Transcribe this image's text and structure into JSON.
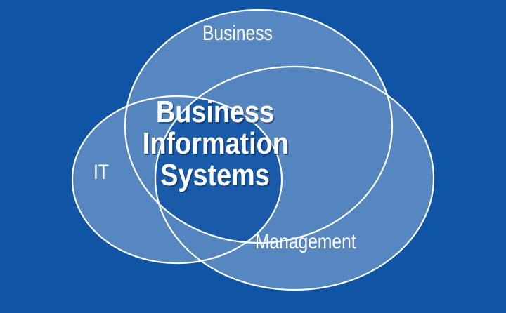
{
  "diagram": {
    "type": "venn",
    "title": "Business Information Systems Venn Diagram",
    "background_color": "#0f54a5",
    "stroke_color": "#ffffff",
    "set_fill_color": "#5c74b8",
    "overlap_two_color": "#3666b0",
    "overlap_three_color": "#1b5aa8",
    "label_color": "#ffffff",
    "sets": [
      {
        "id": "business",
        "label": "Business",
        "label_position": "top-center"
      },
      {
        "id": "it",
        "label": "IT",
        "label_position": "left"
      },
      {
        "id": "management",
        "label": "Management",
        "label_position": "bottom-right"
      }
    ],
    "intersection": {
      "id": "business-information-systems",
      "lines": [
        "Business",
        "Information",
        "Systems"
      ],
      "full_label": "Business Information Systems"
    }
  }
}
